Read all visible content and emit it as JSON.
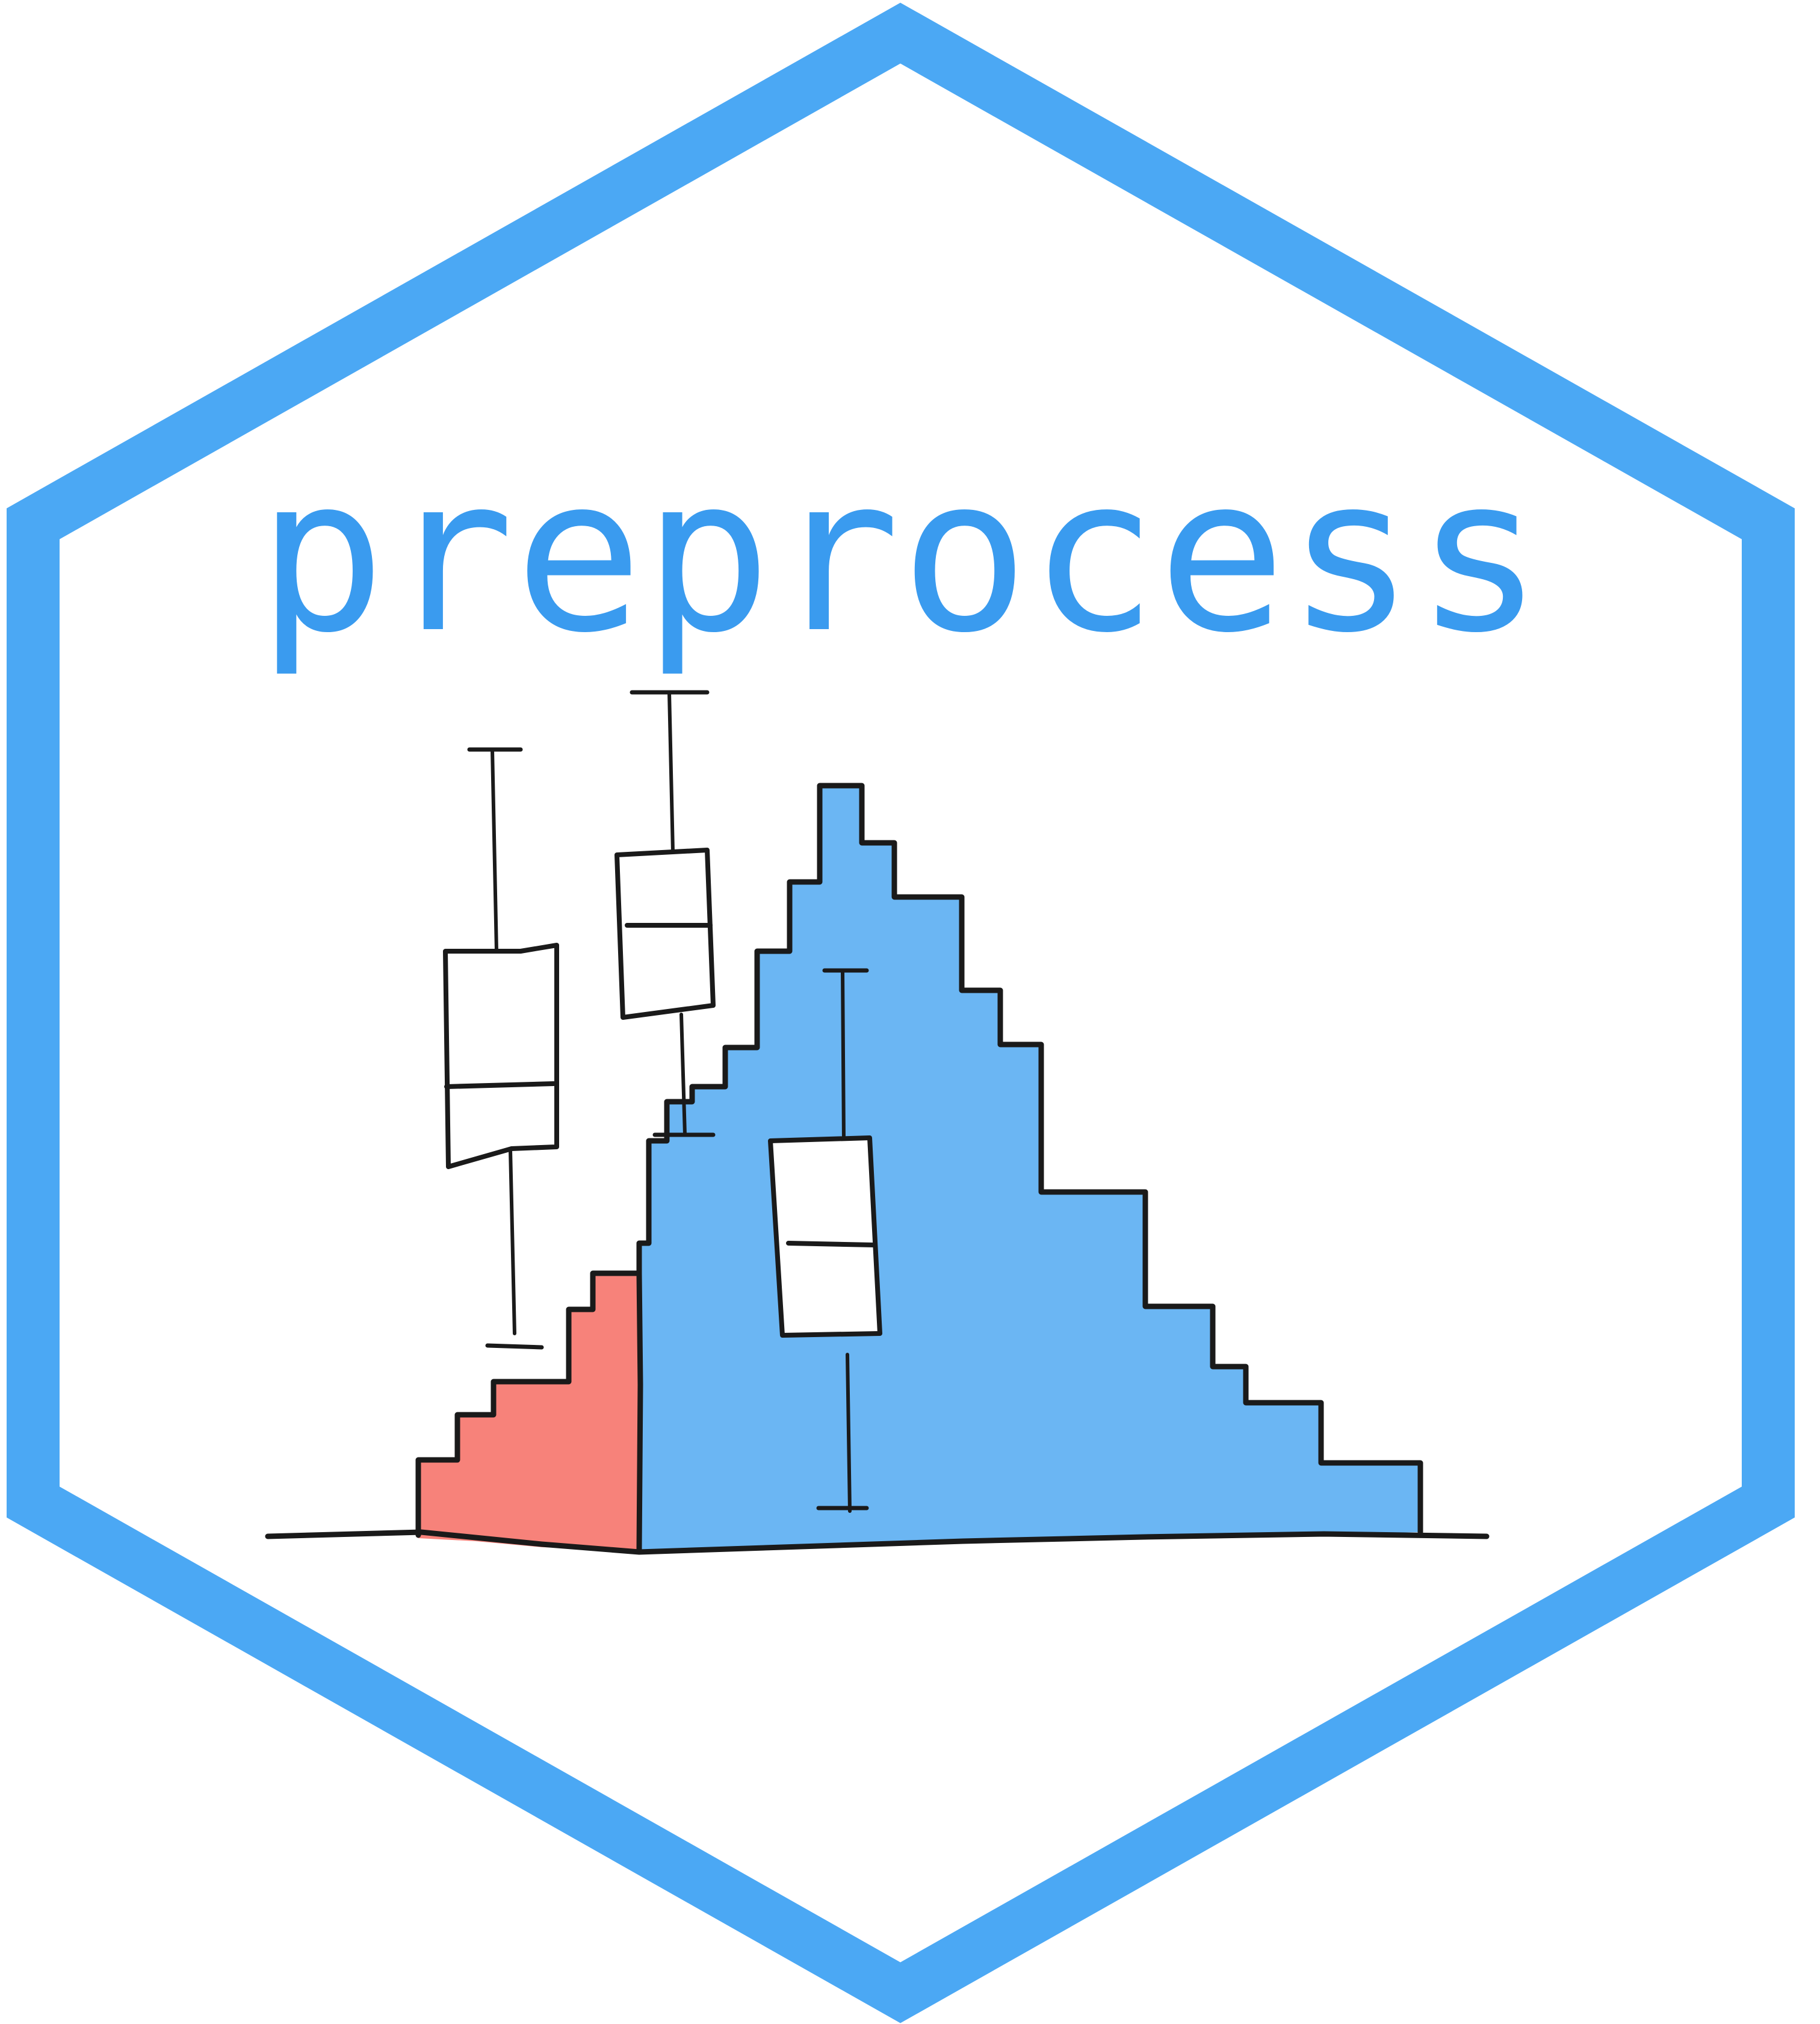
{
  "sticker": {
    "title": "preprocess",
    "colors": {
      "border": "#4BA8F4",
      "title": "#3A9BEF",
      "background": "#FFFFFF",
      "histogram_left_fill": "#F7827A",
      "histogram_right_fill": "#6BB6F3",
      "ink": "#1A1A1A",
      "box_fill": "#FFFFFF"
    },
    "illustration": {
      "kind": "hand-drawn stepped histogram with boxplots",
      "boxplot_count": 3
    }
  }
}
